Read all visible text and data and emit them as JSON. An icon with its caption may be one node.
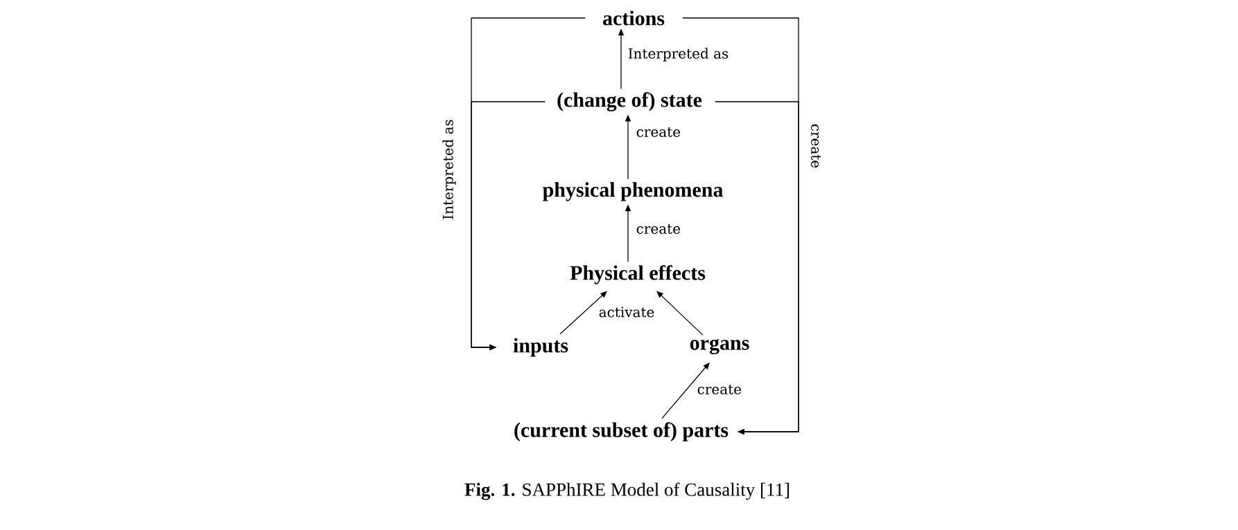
{
  "diagram": {
    "caption": "**Fig. 1.** SAPPhIRE Model of Causality [11]",
    "nodes": [
      {
        "text": [
          "actions"
        ]
      },
      {
        "text": [
          "(change of) state"
        ]
      },
      {
        "text": [
          "physical phenomena"
        ]
      },
      {
        "text": [
          "Physical effects"
        ]
      },
      {
        "text": [
          "inputs"
        ]
      },
      {
        "text": [
          "organs"
        ]
      },
      {
        "text": [
          "(current subset of) parts"
        ]
      }
    ],
    "edges": [
      {
        "from": 1,
        "to": 0,
        "arrow": "to",
        "label": "Interpreted as"
      },
      {
        "from": 2,
        "to": 1,
        "arrow": "to",
        "label": "create"
      },
      {
        "from": 3,
        "to": 2,
        "arrow": "to",
        "label": "create"
      },
      {
        "from": 4,
        "to": 3,
        "arrow": "to",
        "label": "activate"
      },
      {
        "from": 5,
        "to": 3,
        "arrow": "to"
      },
      {
        "from": 6,
        "to": 5,
        "arrow": "to",
        "label": "create"
      },
      {
        "from": 0,
        "to": 4,
        "arrow": "to",
        "label": "Interpreted as"
      },
      {
        "from": 1,
        "to": 4,
        "arrow": "to"
      },
      {
        "from": 0,
        "to": 6,
        "arrow": "to",
        "label": "create"
      },
      {
        "from": 1,
        "to": 6,
        "arrow": "to"
      }
    ]
  }
}
